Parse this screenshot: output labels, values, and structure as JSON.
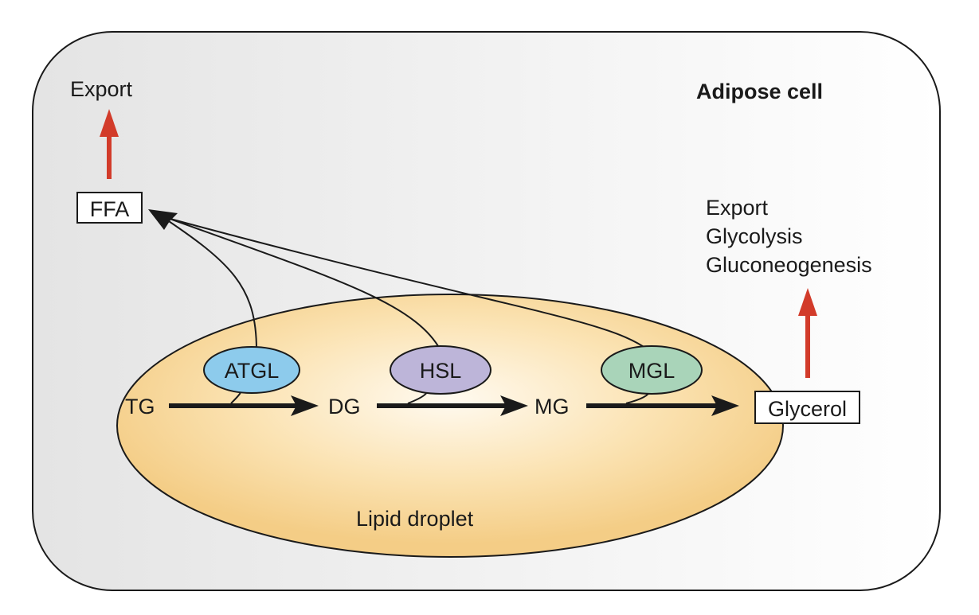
{
  "title": "Adipose cell",
  "compartment": {
    "label": "Lipid droplet"
  },
  "substrates": [
    {
      "id": "TG",
      "label": "TG"
    },
    {
      "id": "DG",
      "label": "DG"
    },
    {
      "id": "MG",
      "label": "MG"
    }
  ],
  "enzymes": [
    {
      "id": "ATGL",
      "label": "ATGL",
      "color": "#8dcbec"
    },
    {
      "id": "HSL",
      "label": "HSL",
      "color": "#bdb5d9"
    },
    {
      "id": "MGL",
      "label": "MGL",
      "color": "#a9d4b9"
    }
  ],
  "products": {
    "ffa": {
      "label": "FFA",
      "fate": "Export"
    },
    "glycerol": {
      "label": "Glycerol",
      "fates": [
        "Export",
        "Glycolysis",
        "Gluconeogenesis"
      ]
    }
  },
  "colors": {
    "export_arrow": "#d23b2a",
    "droplet_edge": "#f4cd86",
    "droplet_center": "#fffaf0",
    "cell_left": "#e4e4e4",
    "cell_right": "#ffffff",
    "stroke": "#1a1a1a"
  }
}
